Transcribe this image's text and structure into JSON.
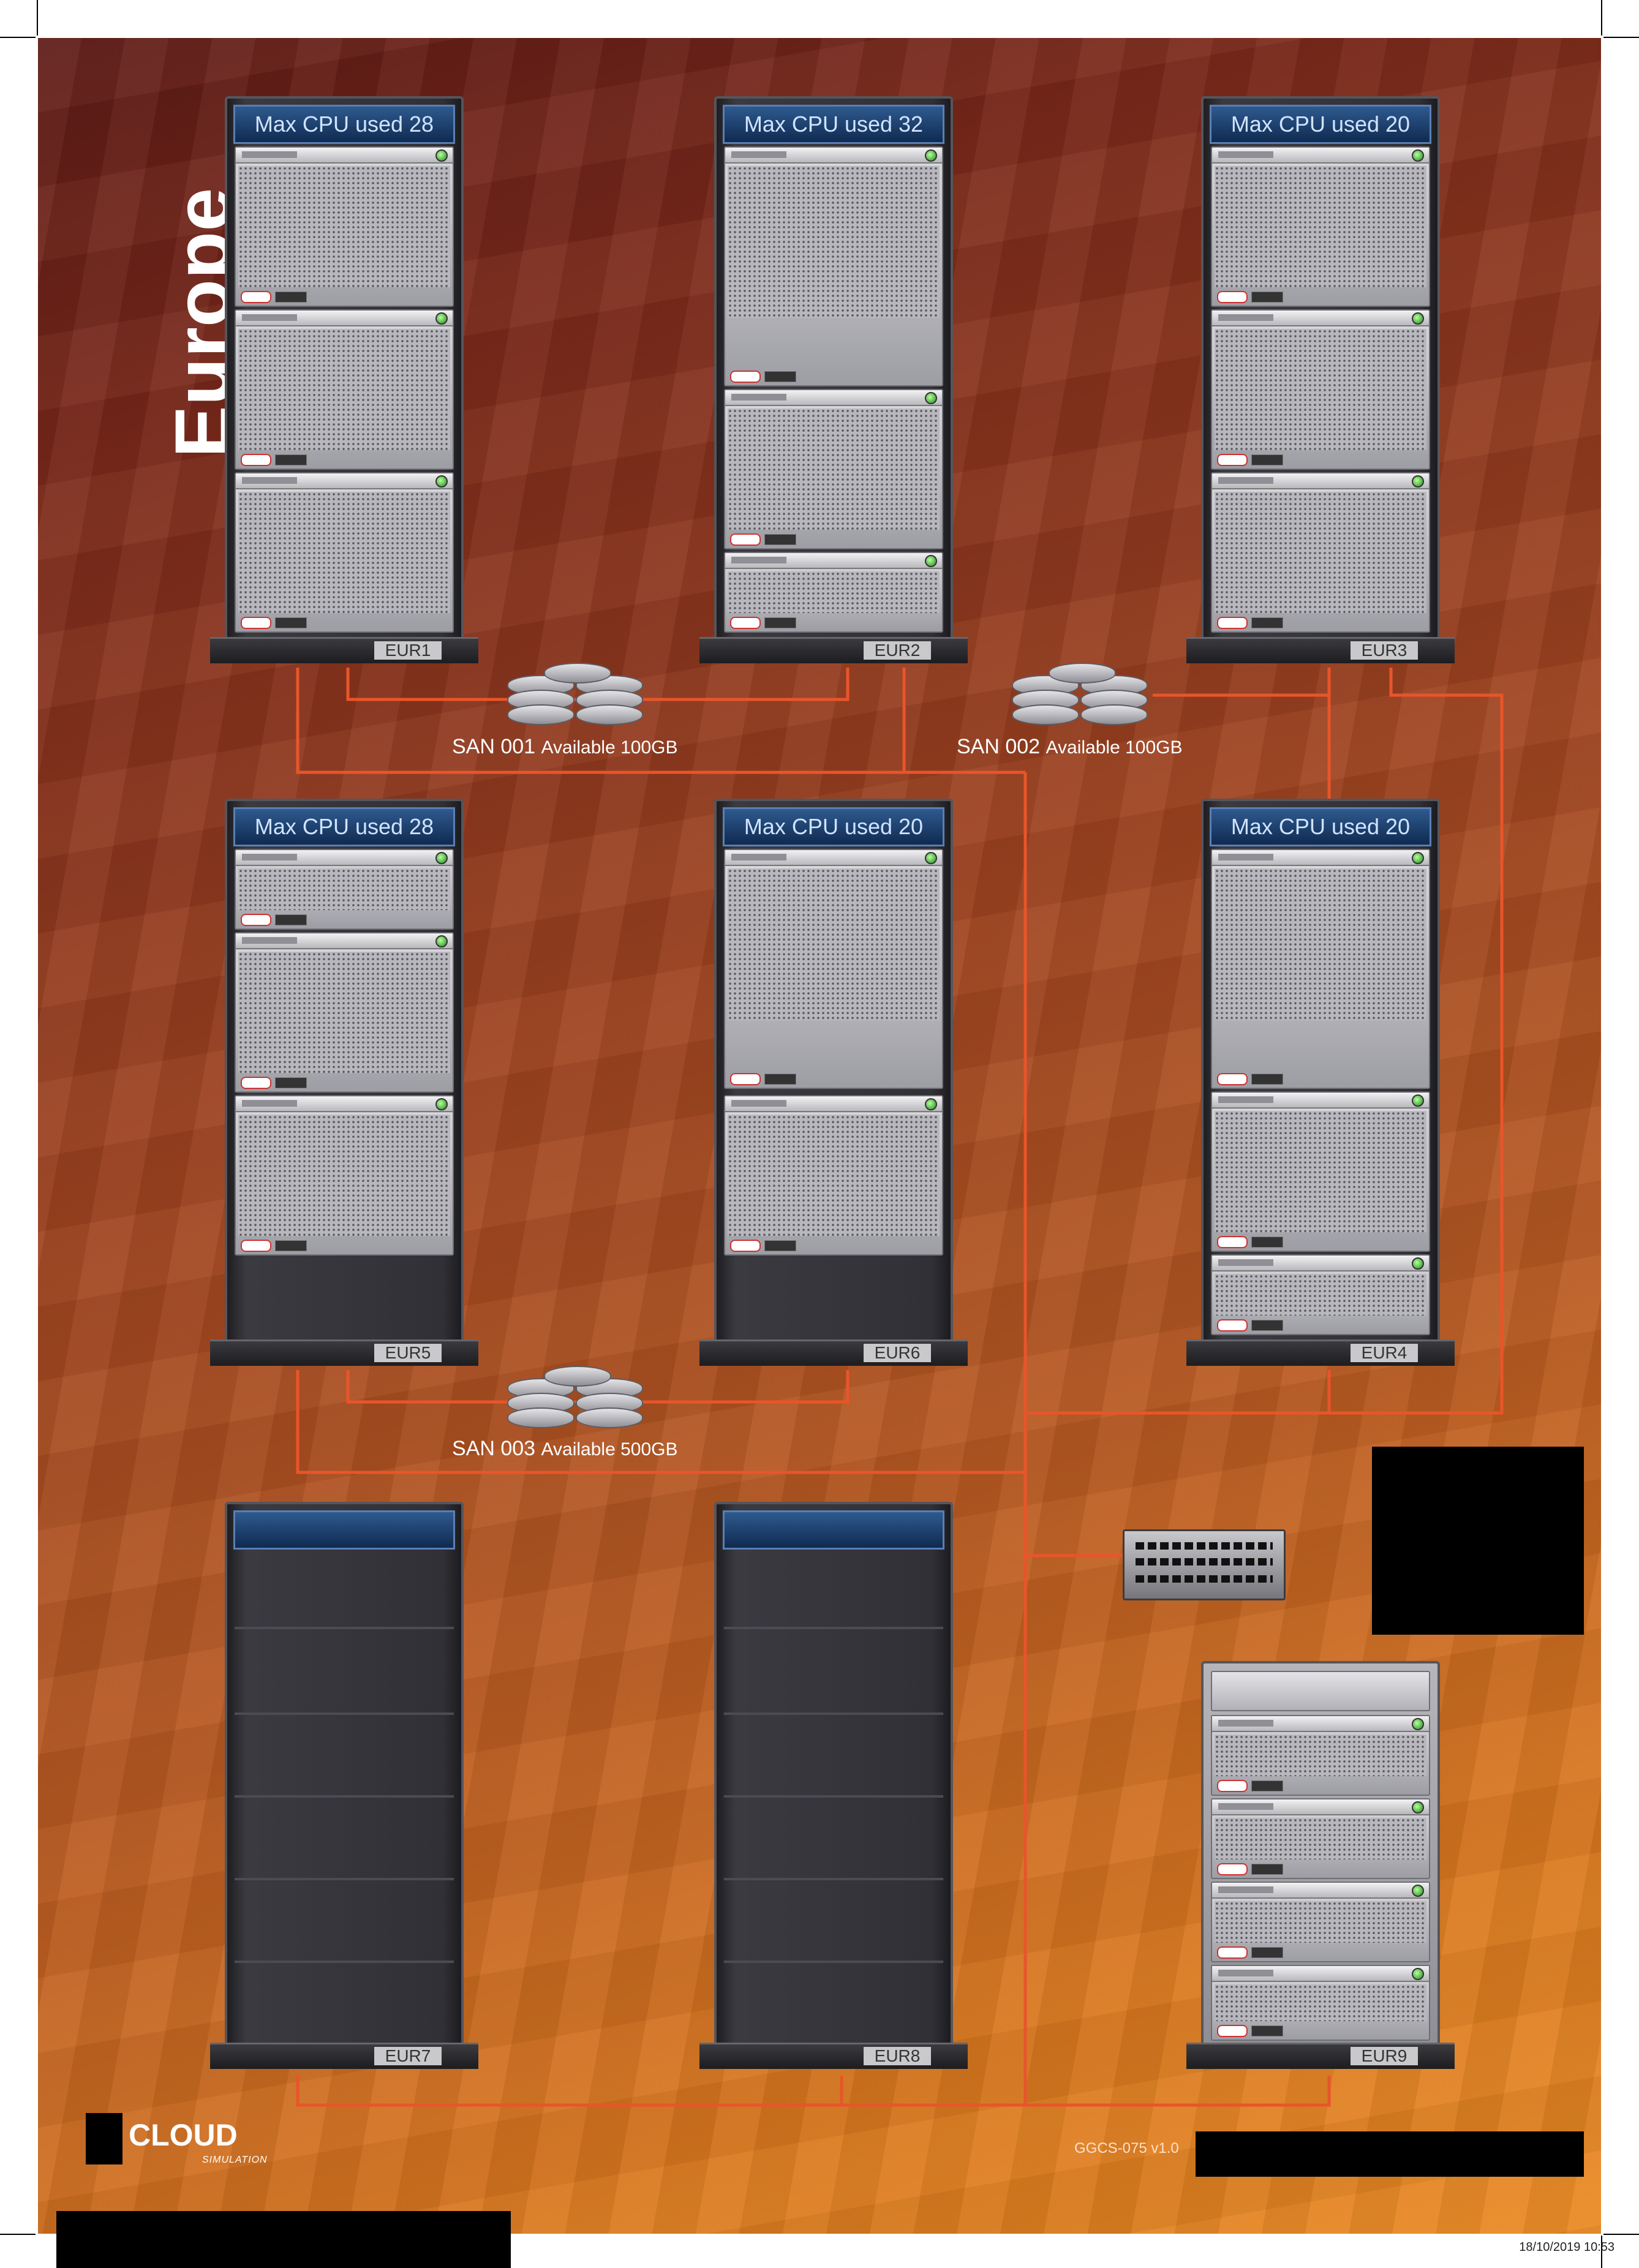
{
  "region": "Europe",
  "racks": [
    {
      "id": "EUR1",
      "banner": "Max CPU used 28"
    },
    {
      "id": "EUR2",
      "banner": "Max CPU used 32"
    },
    {
      "id": "EUR3",
      "banner": "Max CPU used 20"
    },
    {
      "id": "EUR5",
      "banner": "Max CPU used 28"
    },
    {
      "id": "EUR6",
      "banner": "Max CPU used 20"
    },
    {
      "id": "EUR4",
      "banner": "Max CPU used 20"
    },
    {
      "id": "EUR7",
      "banner": ""
    },
    {
      "id": "EUR8",
      "banner": ""
    },
    {
      "id": "EUR9",
      "banner": ""
    }
  ],
  "sans": [
    {
      "name": "SAN 001",
      "available": "Available 100GB"
    },
    {
      "name": "SAN 002",
      "available": "Available 100GB"
    },
    {
      "name": "SAN 003",
      "available": "Available 500GB"
    }
  ],
  "logo": {
    "word": "CLOUD",
    "sub": "SIMULATION"
  },
  "doc_code": "GGCS-075 v1.0",
  "print_stamp": "18/10/2019   10:53",
  "colors": {
    "wire": "#e8552a",
    "banner": "#1a3d6b"
  }
}
